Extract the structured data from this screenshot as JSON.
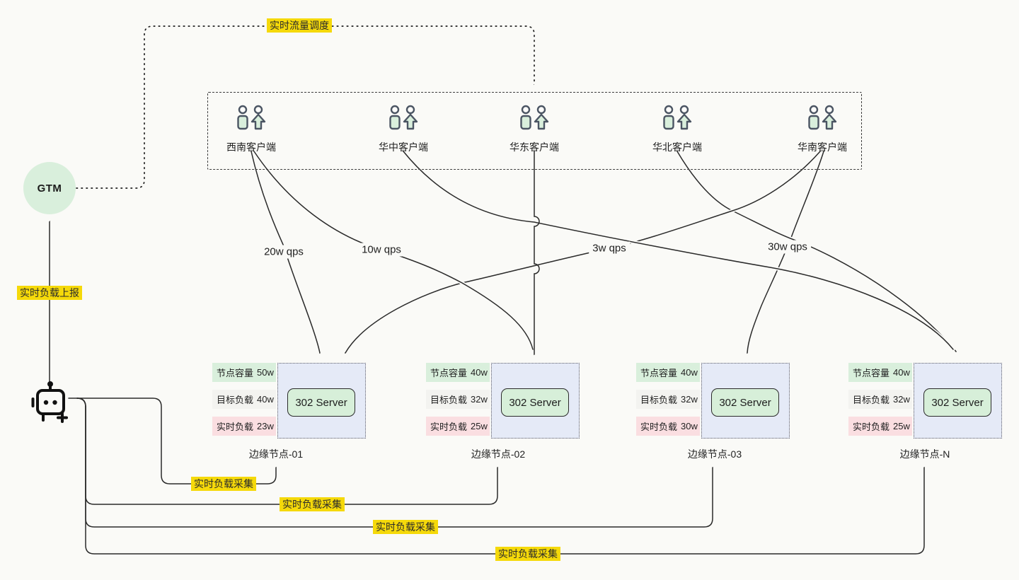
{
  "gtm": {
    "label": "GTM"
  },
  "labels": {
    "dispatch": "实时流量调度",
    "report": "实时负载上报",
    "collect": [
      "实时负载采集",
      "实时负载采集",
      "实时负载采集",
      "实时负载采集"
    ]
  },
  "clients": [
    "西南客户端",
    "华中客户端",
    "华东客户端",
    "华北客户端",
    "华南客户端"
  ],
  "flows": [
    {
      "from": "西南客户端",
      "to": "边缘节点-01",
      "label": "20w qps"
    },
    {
      "from": "西南客户端",
      "to": "边缘节点-02",
      "label": "10w qps"
    },
    {
      "from": "华南客户端",
      "to": "边缘节点-01",
      "label": "3w qps"
    },
    {
      "from": "华北客户端",
      "to": "边缘节点-N",
      "label": "30w qps"
    },
    {
      "from": "华东客户端",
      "to": "边缘节点-02",
      "label": ""
    },
    {
      "from": "华中客户端",
      "to": "边缘节点-N",
      "label": ""
    },
    {
      "from": "华南客户端",
      "to": "边缘节点-03",
      "label": ""
    }
  ],
  "nodes": [
    {
      "name": "边缘节点-01",
      "capacity_label": "节点容量",
      "capacity": "50w",
      "target_label": "目标负载",
      "target": "40w",
      "realtime_label": "实时负载",
      "realtime": "23w",
      "server": "302 Server"
    },
    {
      "name": "边缘节点-02",
      "capacity_label": "节点容量",
      "capacity": "40w",
      "target_label": "目标负载",
      "target": "32w",
      "realtime_label": "实时负载",
      "realtime": "25w",
      "server": "302 Server"
    },
    {
      "name": "边缘节点-03",
      "capacity_label": "节点容量",
      "capacity": "40w",
      "target_label": "目标负载",
      "target": "32w",
      "realtime_label": "实时负载",
      "realtime": "30w",
      "server": "302 Server"
    },
    {
      "name": "边缘节点-N",
      "capacity_label": "节点容量",
      "capacity": "40w",
      "target_label": "目标负载",
      "target": "32w",
      "realtime_label": "实时负载",
      "realtime": "25w",
      "server": "302 Server"
    }
  ],
  "colors": {
    "accent_yellow": "#F5D90A",
    "soft_green": "#D9EFDC",
    "soft_gray": "#F3F3F0",
    "soft_pink": "#FADEE1",
    "soft_blue": "#E5EAF7",
    "line": "#2A2A2A",
    "background": "#FAFAF7"
  }
}
